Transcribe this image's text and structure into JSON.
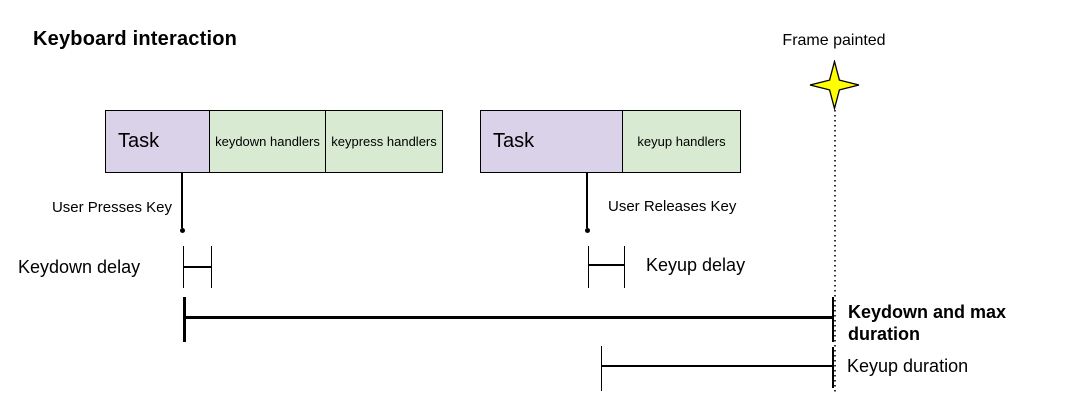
{
  "title": "Keyboard interaction",
  "frame": {
    "label": "Frame painted",
    "star_icon": "four-pointed-star"
  },
  "colors": {
    "task_fill": "#D9D2E9",
    "handler_fill": "#D9EAD3",
    "star_fill": "#FFFF00",
    "line": "#000000"
  },
  "timeline": {
    "groups": [
      {
        "task_label": "Task",
        "handlers": [
          "keydown handlers",
          "keypress handlers"
        ],
        "event_label": "User Presses Key"
      },
      {
        "task_label": "Task",
        "handlers": [
          "keyup handlers"
        ],
        "event_label": "User Releases Key"
      }
    ],
    "intervals": {
      "keydown_delay": "Keydown delay",
      "keyup_delay": "Keyup delay",
      "keydown_duration": "Keydown and max duration",
      "keyup_duration": "Keyup duration"
    }
  }
}
